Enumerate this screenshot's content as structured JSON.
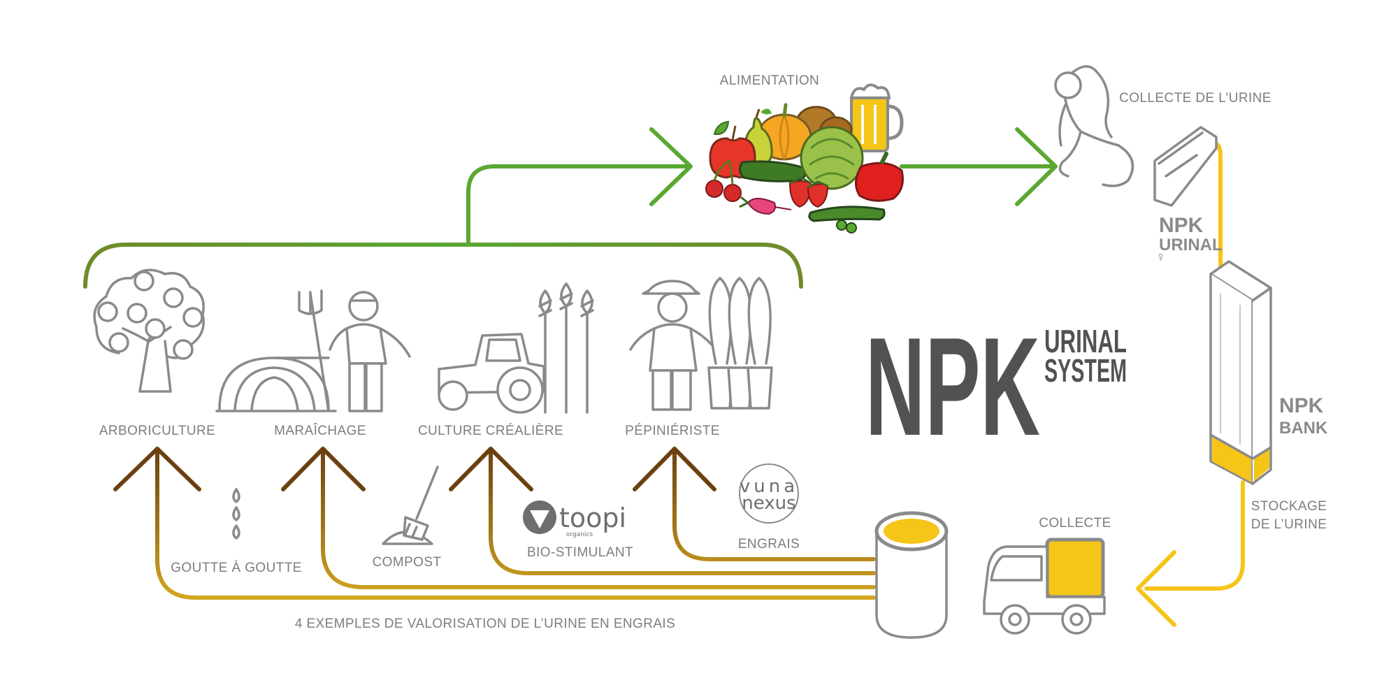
{
  "labels": {
    "alimentation": "ALIMENTATION",
    "collecte_urine": "COLLECTE DE L’URINE",
    "arboriculture": "ARBORICULTURE",
    "maraichage": "MARAÎCHAGE",
    "culture": "CULTURE CRÉALIÈRE",
    "pepinieriste": "PÉPINIÉRISTE",
    "goutte": "GOUTTE À GOUTTE",
    "compost": "COMPOST",
    "bio_stimulant": "BIO-STIMULANT",
    "engrais": "ENGRAIS",
    "collecte": "COLLECTE",
    "stockage_line1": "STOCKAGE",
    "stockage_line2": "DE L’URINE",
    "footer": "4 EXEMPLES DE VALORISATION DE L’URINE EN ENGRAIS"
  },
  "title": {
    "main": "NPK",
    "sub_line1": "URINAL",
    "sub_line2": "SYSTEM"
  },
  "device_labels": {
    "urinal_line1": "NPK",
    "urinal_line2": "URINAL",
    "urinal_symbol": "♀",
    "bank_line1": "NPK",
    "bank_line2": "BANK"
  },
  "logos": {
    "toopi_name": "toopi",
    "toopi_sub": "organics",
    "vuna_line1": "vuna",
    "vuna_line2": "nexus"
  },
  "colors": {
    "green": "#5aa832",
    "olive": "#6f8a2a",
    "brown": "#6b4010",
    "gold": "#d4a820",
    "yellow": "#f5c518",
    "gray": "#8a8a8a",
    "title_gray": "#525252"
  }
}
